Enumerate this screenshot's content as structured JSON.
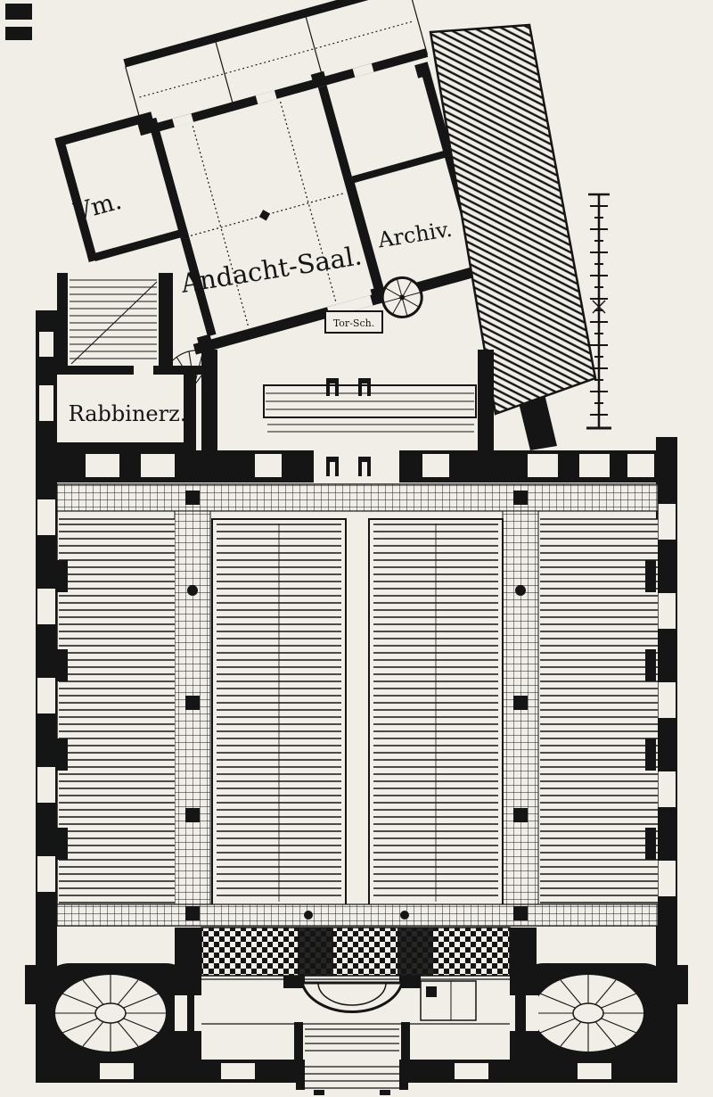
{
  "document": {
    "kind": "architectural floor plan (synagogue ground plan engraving)",
    "background_color": "#f1eee7",
    "ink_color": "#151515"
  },
  "labels": {
    "vestibule": "Vm.",
    "prayer_hall": "Andacht-Saal.",
    "archive": "Archiv.",
    "rabbi_room": "Rabbinerz.",
    "gate": "Tor-Sch."
  }
}
